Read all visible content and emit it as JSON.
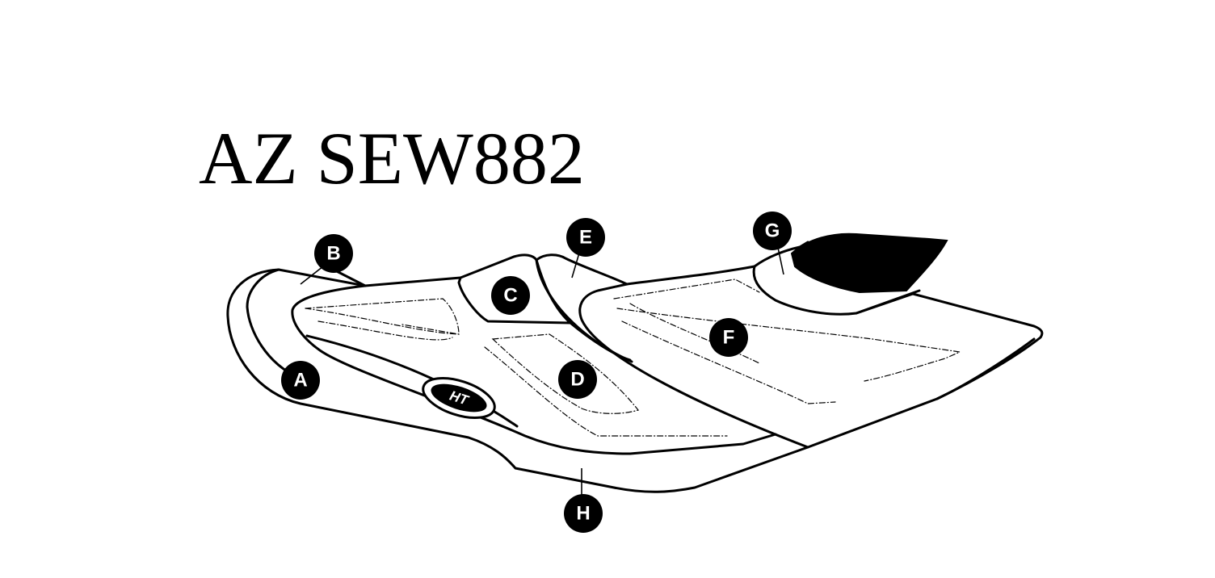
{
  "title": "AZ SEW882",
  "logo": {
    "text": "HT"
  },
  "callouts": {
    "A": "A",
    "B": "B",
    "C": "C",
    "D": "D",
    "E": "E",
    "F": "F",
    "G": "G",
    "H": "H"
  },
  "colors": {
    "ink": "#000000",
    "paper": "#ffffff"
  }
}
